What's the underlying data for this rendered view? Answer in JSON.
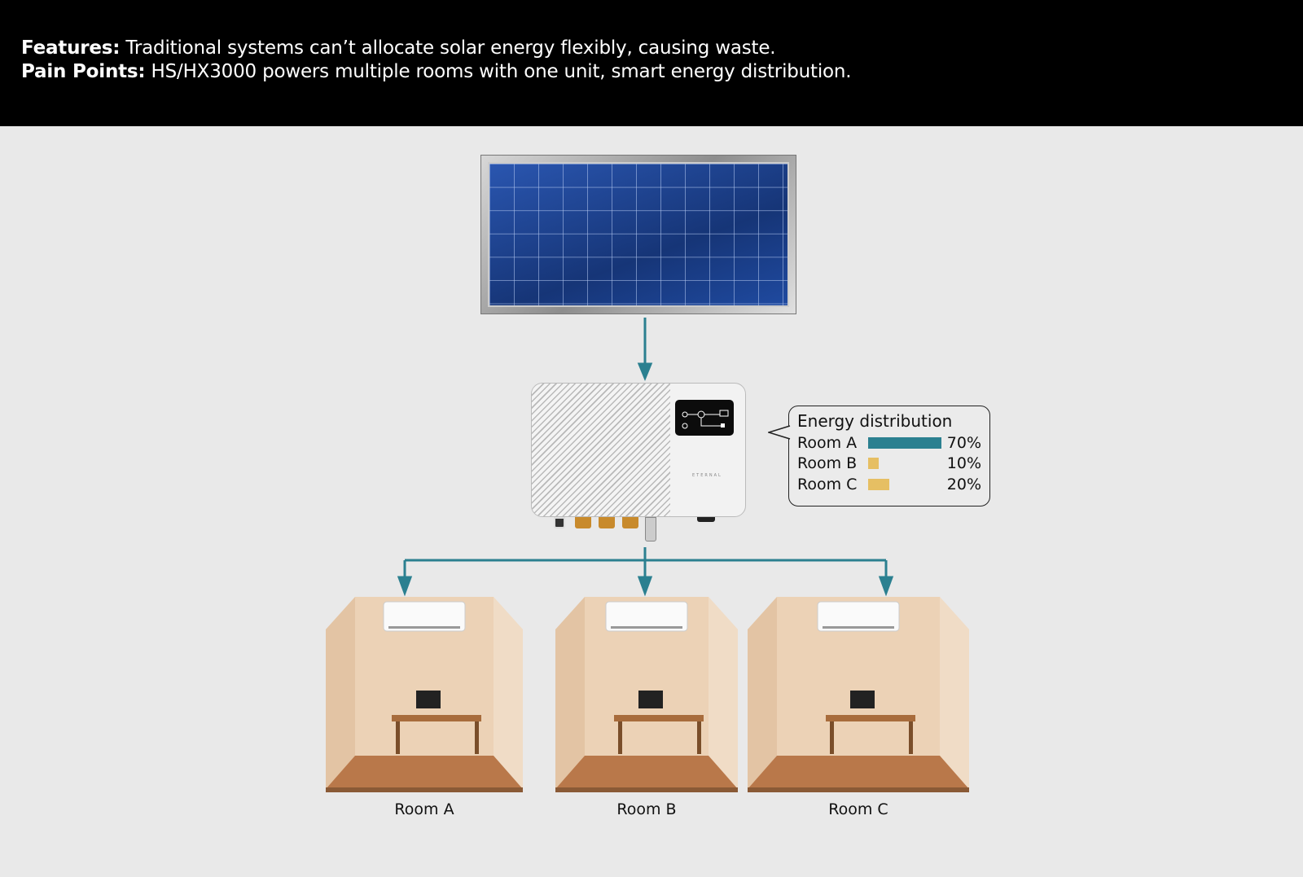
{
  "header": {
    "features_label": "Features:",
    "features_text": " Traditional systems can’t allocate solar energy flexibly, causing waste.",
    "pain_label": "Pain Points:",
    "pain_text": " HS/HX3000 powers multiple rooms with one unit, smart energy distribution."
  },
  "inverter": {
    "brand": "ETERNAL"
  },
  "distribution": {
    "title": "Energy distribution",
    "rooms": [
      {
        "label": "Room A",
        "percent": 70,
        "percent_text": "70%",
        "color": "#2b8090"
      },
      {
        "label": "Room B",
        "percent": 10,
        "percent_text": "10%",
        "color": "#e6bf63"
      },
      {
        "label": "Room C",
        "percent": 20,
        "percent_text": "20%",
        "color": "#e6bf63"
      }
    ]
  },
  "rooms": [
    {
      "label": "Room A"
    },
    {
      "label": "Room B"
    },
    {
      "label": "Room C"
    }
  ],
  "colors": {
    "arrow": "#2b8090",
    "background": "#e9e9e9"
  }
}
